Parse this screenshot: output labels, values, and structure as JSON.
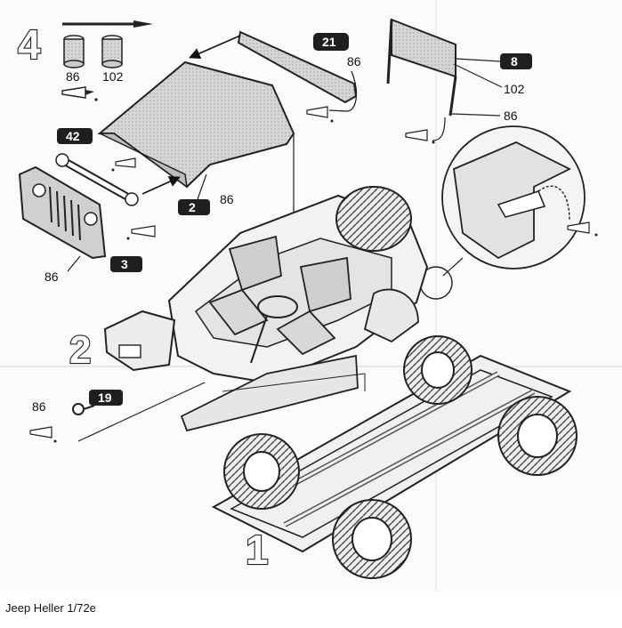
{
  "caption": "Jeep Heller 1/72e",
  "steps": {
    "step_4": "4",
    "step_2": "2",
    "step_1": "1"
  },
  "paints": {
    "pot_a": "86",
    "pot_b": "102"
  },
  "part_badges": {
    "hood": "21",
    "grille_bar": "42",
    "bonnet": "2",
    "grille": "3",
    "windshield": "8",
    "steering": "19"
  },
  "color_callouts": {
    "windshield_frame_paint": "86",
    "windshield_glass_paint": "102",
    "windshield_post_paint": "86",
    "bonnet_paint": "86",
    "grille_paint": "86",
    "steering_paint": "86"
  },
  "colors": {
    "ink": "#1a1a1a",
    "badge_bg": "#1f1f1f",
    "panel_fill": "#d8d8d8",
    "paper": "#fbfbfb"
  }
}
